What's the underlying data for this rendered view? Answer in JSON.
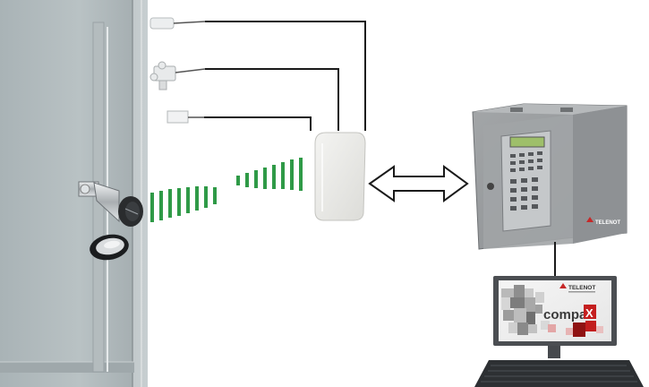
{
  "control_panel": {
    "brand": "TELENOT"
  },
  "monitor": {
    "brand": "TELENOT",
    "product_prefix": "compas",
    "product_suffix": "X"
  }
}
